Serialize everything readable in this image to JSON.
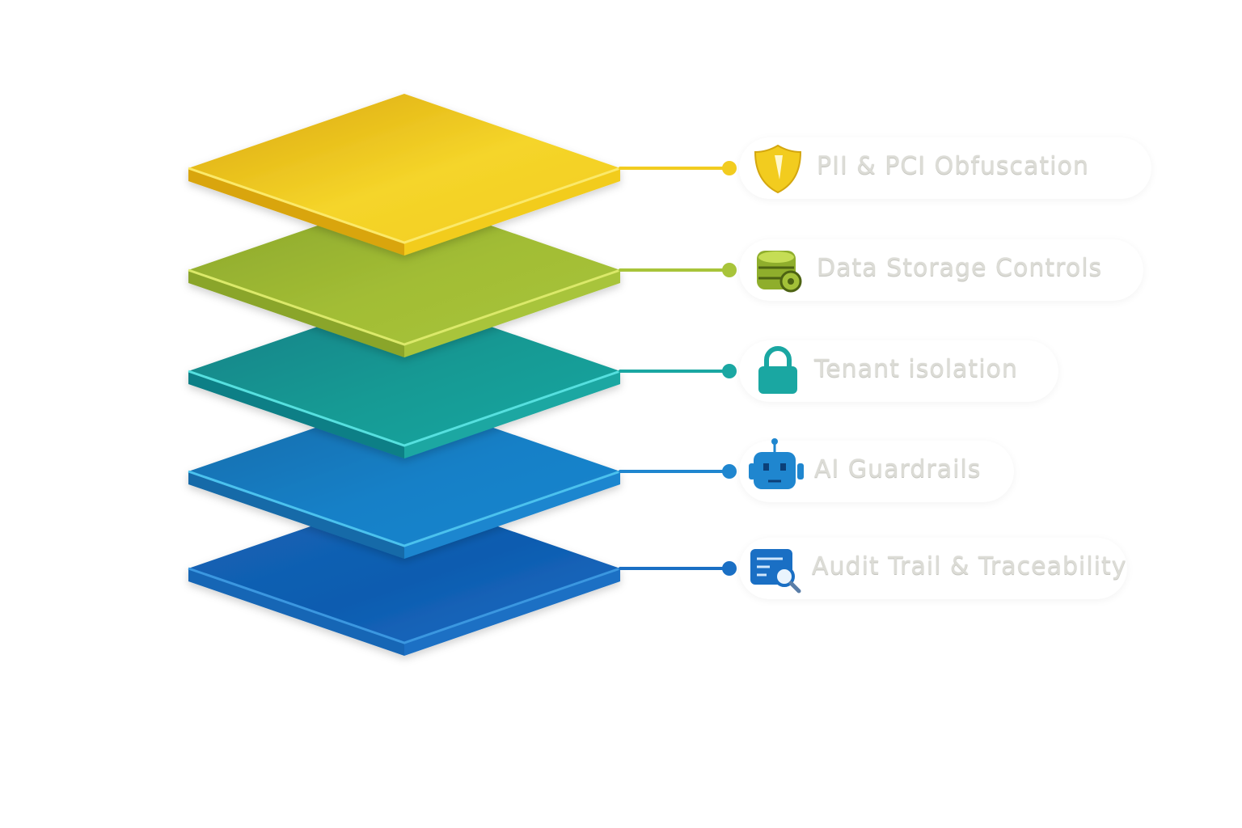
{
  "layers": [
    {
      "id": "pii",
      "label": "PII & PCI Obfuscation",
      "icon": "shield-icon",
      "color": "#f2cc1f",
      "top_color": "#f5d52a",
      "side_color": "#d9a50c",
      "edge_color": "#fbe96a"
    },
    {
      "id": "storage",
      "label": "Data Storage Controls",
      "icon": "database-icon",
      "color": "#a8c43a",
      "top_color": "#a2bd35",
      "side_color": "#8aa52a",
      "edge_color": "#dbe96a"
    },
    {
      "id": "tenant",
      "label": "Tenant isolation",
      "icon": "lock-icon",
      "color": "#1aa7a2",
      "top_color": "#159a94",
      "side_color": "#117f86",
      "edge_color": "#56e0df"
    },
    {
      "id": "ai",
      "label": "AI Guardrails",
      "icon": "robot-icon",
      "color": "#1f86cf",
      "top_color": "#1580c7",
      "side_color": "#176aa8",
      "edge_color": "#4cc2ee"
    },
    {
      "id": "audit",
      "label": "Audit Trail & Traceability",
      "icon": "audit-search-icon",
      "color": "#1a6fc4",
      "top_color": "#0f5cb0",
      "side_color": "#1566b5",
      "edge_color": "#3b97e0"
    }
  ]
}
